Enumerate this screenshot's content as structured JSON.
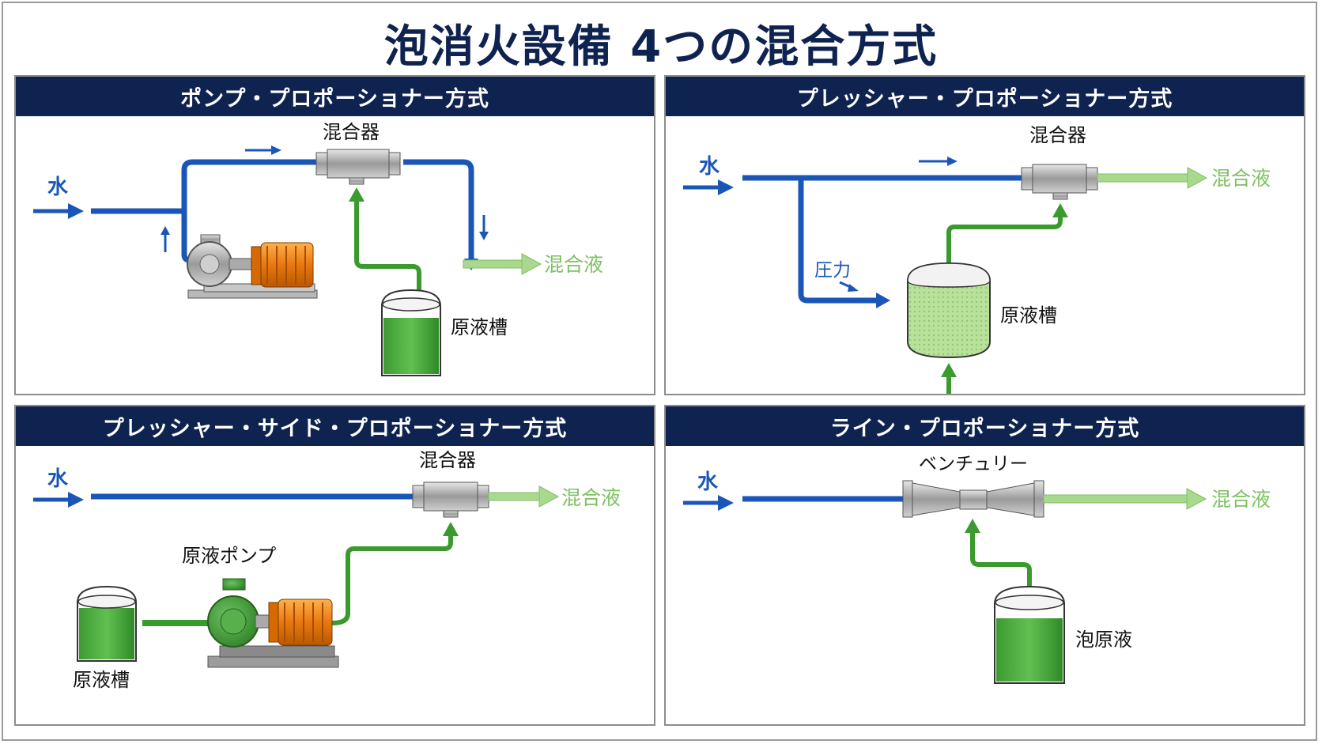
{
  "title": "泡消火設備 4つの混合方式",
  "panels": [
    {
      "header": "ポンプ・プロポーショナー方式",
      "water": "水",
      "mixer": "混合器",
      "mixed": "混合液",
      "tank": "原液槽"
    },
    {
      "header": "プレッシャー・プロポーショナー方式",
      "water": "水",
      "mixer": "混合器",
      "mixed": "混合液",
      "pressure": "圧力",
      "tank": "原液槽"
    },
    {
      "header": "プレッシャー・サイド・プロポーショナー方式",
      "water": "水",
      "mixer": "混合器",
      "mixed": "混合液",
      "pump": "原液ポンプ",
      "tank": "原液槽"
    },
    {
      "header": "ライン・プロポーショナー方式",
      "water": "水",
      "venturi": "ベンチュリー",
      "mixed": "混合液",
      "tank": "泡原液"
    }
  ],
  "colors": {
    "navy": "#0f2350",
    "water_blue": "#1a56b8",
    "foam_green": "#3a9a2e",
    "mixed_green": "#a9d98f",
    "motor_orange": "#f08a1c"
  }
}
